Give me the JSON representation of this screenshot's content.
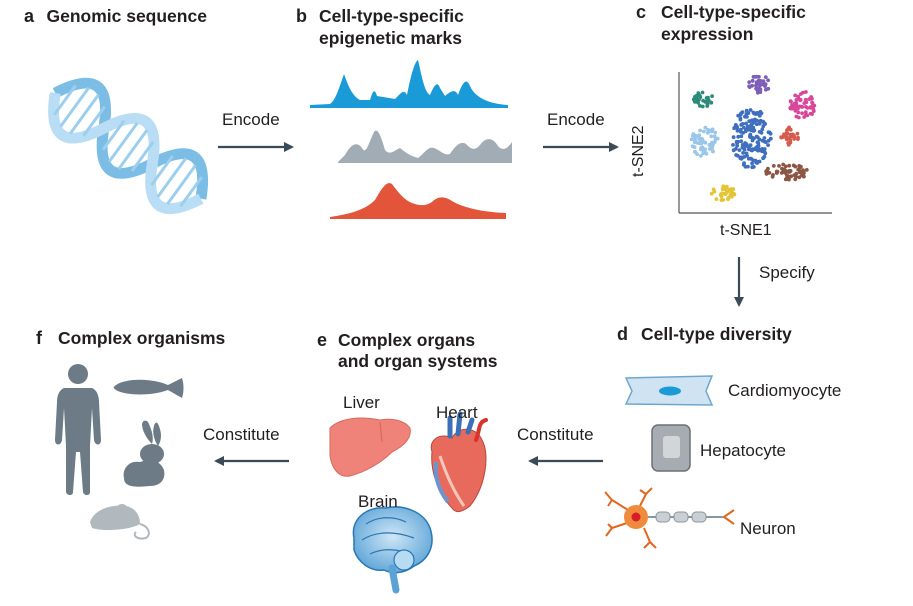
{
  "panels": {
    "a": {
      "letter": "a",
      "title": "Genomic sequence"
    },
    "b": {
      "letter": "b",
      "title_line1": "Cell-type-specific",
      "title_line2": "epigenetic marks"
    },
    "c": {
      "letter": "c",
      "title_line1": "Cell-type-specific",
      "title_line2": "expression",
      "xlabel": "t-SNE1",
      "ylabel": "t-SNE2"
    },
    "d": {
      "letter": "d",
      "title": "Cell-type diversity",
      "cells": [
        "Cardiomyocyte",
        "Hepatocyte",
        "Neuron"
      ]
    },
    "e": {
      "letter": "e",
      "title_line1": "Complex organs",
      "title_line2": "and organ systems",
      "organs": [
        "Liver",
        "Heart",
        "Brain"
      ]
    },
    "f": {
      "letter": "f",
      "title": "Complex organisms"
    }
  },
  "arrows": {
    "a_to_b": "Encode",
    "b_to_c": "Encode",
    "c_to_d": "Specify",
    "d_to_e": "Constitute",
    "e_to_f": "Constitute"
  },
  "colors": {
    "dna": "#8fc8ec",
    "track_blue": "#1a9ad6",
    "track_grey": "#a1acb4",
    "track_orange": "#e2553b",
    "arrow": "#3a4a57",
    "silhouette": "#6d7b86",
    "cluster_colors": [
      "#2b8a78",
      "#7d5fb8",
      "#d8479a",
      "#9ac6ea",
      "#3f6fbf",
      "#d55b4d",
      "#8c5645",
      "#e3c535"
    ]
  }
}
